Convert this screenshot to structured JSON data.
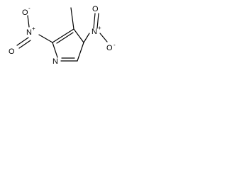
{
  "molecule": {
    "atoms": {
      "n1": "N",
      "n1_charge": "+",
      "n1_o_right": "O",
      "n1_o_right_charge": "-",
      "n1_o_top": "O",
      "n4": "N",
      "n4_charge": "+",
      "n4_o_top": "O",
      "n4_o_top_charge": "-",
      "n4_o_left": "O",
      "ring_n3": "N"
    }
  },
  "colors": {
    "ink": "#000000",
    "background": "#ffffff"
  }
}
